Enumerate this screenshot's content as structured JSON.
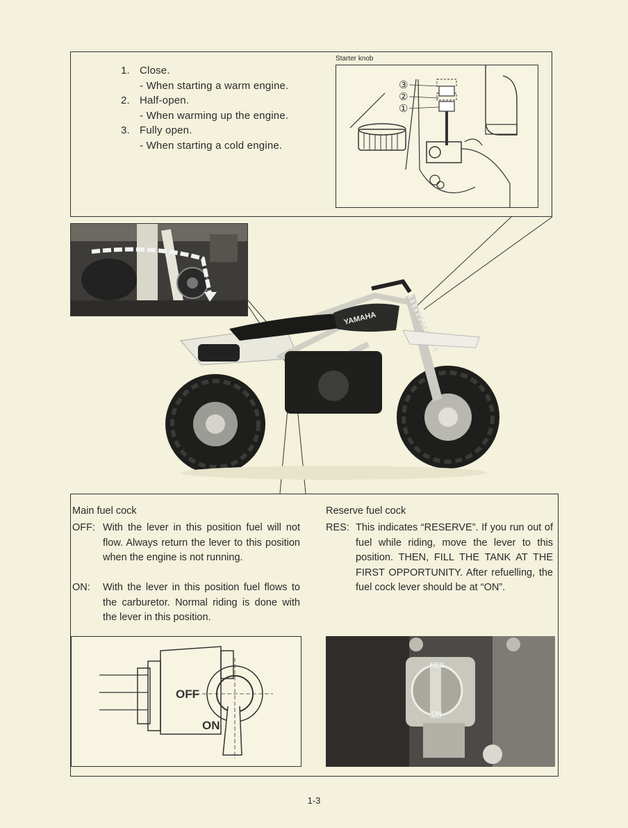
{
  "choke": {
    "items": [
      {
        "num": "1.",
        "label": "Close.",
        "detail": "- When starting a warm engine."
      },
      {
        "num": "2.",
        "label": "Half-open.",
        "detail": "- When warming up the engine."
      },
      {
        "num": "3.",
        "label": "Fully open.",
        "detail": "- When starting a cold engine."
      }
    ],
    "diagram_label": "Starter knob",
    "callouts": [
      "③",
      "②",
      "①"
    ]
  },
  "main_fuel": {
    "title": "Main fuel cock",
    "off_term": "OFF:",
    "off_text": "With the lever in this position fuel will not flow. Always return the lever to this position when the engine is not running.",
    "on_term": "ON:",
    "on_text": "With the lever in this position fuel flows to the carburetor. Normal riding is done with the lever in this position.",
    "diagram_off": "OFF",
    "diagram_on": "ON"
  },
  "reserve_fuel": {
    "title": "Reserve fuel cock",
    "res_term": "RES:",
    "res_text": "This indicates “RESERVE”. If you run out of fuel while riding, move the lever to this position. THEN, FILL THE TANK AT THE FIRST OPPORTUNITY. After refuelling, the fuel cock lever should be at “ON”.",
    "photo_res": "RES",
    "photo_on": "ON"
  },
  "bike": {
    "tank_text": "YAMAHA"
  },
  "footer": {
    "page_number": "1-3"
  }
}
